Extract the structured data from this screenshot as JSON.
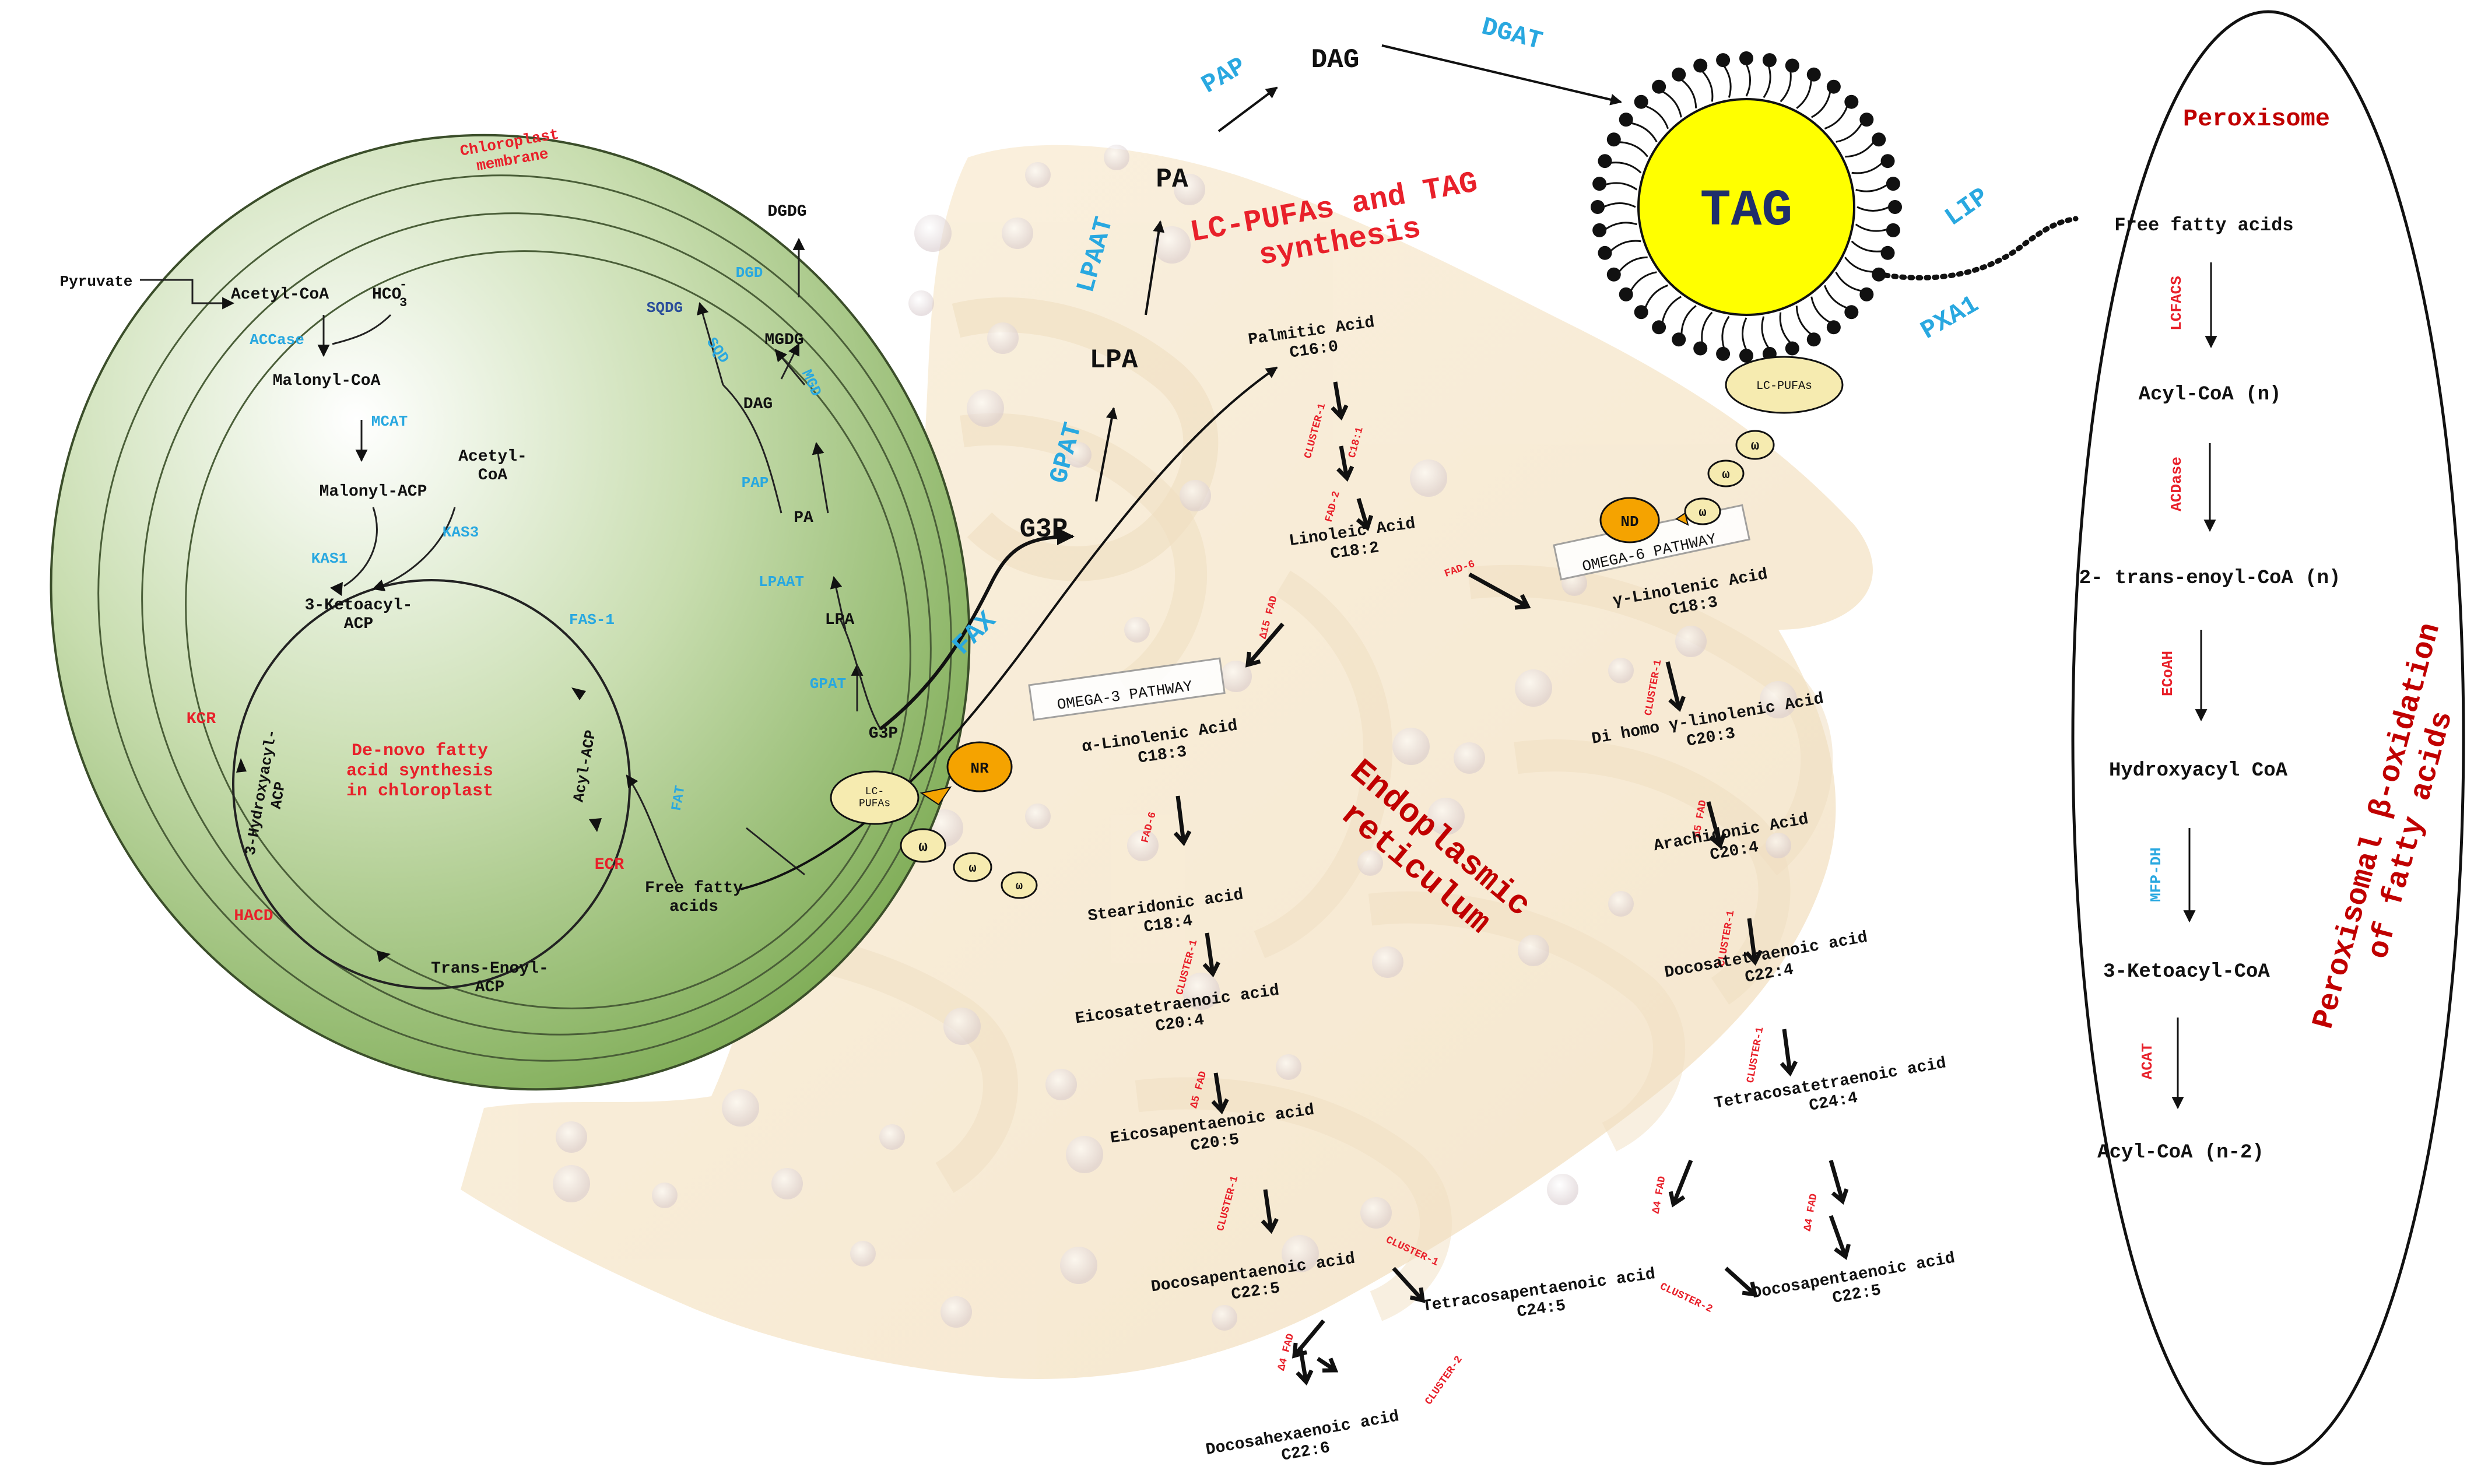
{
  "colors": {
    "enzyme_blue": "#29A8E0",
    "enzyme_red": "#E8202A",
    "title_red": "#C00000",
    "black": "#111111",
    "tag_yellow": "#FFFF00",
    "tag_text": "#1F2E6B",
    "nr_orange": "#F5A300",
    "lcpufa_cream": "#F6EBB0",
    "chloroplast_green": "#7FB04E",
    "er_tan": "#F2DDB2"
  },
  "chloroplast": {
    "membrane_label": "Chloroplast\nmembrane",
    "center_label": "De-novo fatty\nacid synthesis\nin chloroplast",
    "pyruvate": "Pyruvate",
    "acetyl_coa": "Acetyl-CoA",
    "hco3": "HCO",
    "hco3_sup": "-",
    "hco3_sub": "3",
    "accase": "ACCase",
    "malonyl_coa": "Malonyl-CoA",
    "mcat": "MCAT",
    "malonyl_acp": "Malonyl-ACP",
    "acetyl_coa2": "Acetyl-\nCoA",
    "kas1": "KAS1",
    "kas3": "KAS3",
    "ketoacyl_acp": "3-Ketoacyl-\nACP",
    "fas1": "FAS-1",
    "kcr": "KCR",
    "hydroxyacyl_acp": "3-Hydroxyacyl-\nACP",
    "acyl_acp": "Acyl-ACP",
    "fat": "FAT",
    "ecr": "ECR",
    "hacd": "HACD",
    "trans_enoyl_acp": "Trans-Enoyl-\nACP",
    "free_fatty_acids": "Free fatty\nacids",
    "g3p": "G3P",
    "gpat": "GPAT",
    "lpa": "LPA",
    "lpaat": "LPAAT",
    "pa": "PA",
    "pap": "PAP",
    "dag": "DAG",
    "mgd": "MGD",
    "mgdg": "MGDG",
    "dgd": "DGD",
    "dgdg": "DGDG",
    "sqd": "SQD",
    "sqdg": "SQDG"
  },
  "transport": {
    "fax": "FAX",
    "nr": "NR",
    "nd": "ND",
    "lcpufas": "LC-\nPUFAs",
    "lcpufas_top": "LC-PUFAs",
    "omega": "ω"
  },
  "kennedy": {
    "g3p": "G3P",
    "gpat": "GPAT",
    "lpa": "LPA",
    "lpaat": "LPAAT",
    "pa": "PA",
    "pap": "PAP",
    "dag": "DAG",
    "dgat": "DGAT",
    "tag": "TAG",
    "title": "LC-PUFAs and TAG\nsynthesis"
  },
  "er": {
    "label": "Endoplasmic\nreticulum",
    "palmitic": "Palmitic Acid\nC16:0",
    "linoleic": "Linoleic Acid\nC18:2",
    "cluster1_a": "CLUSTER-1",
    "oleate": "C18:1",
    "fad2": "FAD-2",
    "fad6_top": "FAD-6",
    "d15": "Δ15 FAD",
    "omega3_pathway": "OMEGA-3 PATHWAY",
    "omega6_pathway": "OMEGA-6 PATHWAY",
    "ala": "α-Linolenic Acid\nC18:3",
    "fad6": "FAD-6",
    "stearidonic": "Stearidonic acid\nC18:4",
    "cluster1": "CLUSTER-1",
    "eta": "Eicosatetraenoic acid\nC20:4",
    "d5fad": "Δ5 FAD",
    "epa": "Eicosapentaenoic acid\nC20:5",
    "dpa": "Docosapentaenoic acid\nC22:5",
    "cluster1_b": "CLUSTER-1",
    "tpa": "Tetracosapentaenoic acid\nC24:5",
    "d4fad": "Δ4 FAD",
    "cluster2": "CLUSTER-2",
    "dha": "Docosahexaenoic acid\nC22:6",
    "gla": "γ-Linolenic Acid\nC18:3",
    "dgla": "Di homo γ-linolenic Acid\nC20:3",
    "ara": "Arachidonic Acid\nC20:4",
    "dta": "Docosatetraenoic acid\nC22:4",
    "tta": "Tetracosatetraenoic acid\nC24:4",
    "dpa6": "Docosapentaenoic acid\nC22:5"
  },
  "peroxisome": {
    "title": "Peroxisome",
    "lip": "LIP",
    "pxa1": "PXA1",
    "ffa": "Free fatty acids",
    "lcfacs": "LCFACS",
    "acyl_coa_n": "Acyl-CoA (n)",
    "acdase": "ACDase",
    "trans_enoyl": "2- trans-enoyl-CoA (n)",
    "ecoah": "ECoAH",
    "hydroxyacyl": "Hydroxyacyl CoA",
    "mfp": "MFP-DH",
    "ketoacyl": "3-Ketoacyl-CoA",
    "acat": "ACAT",
    "acyl_coa_n2": "Acyl-CoA (n-2)",
    "side_label": "Peroxisomal β-oxidation\nof fatty acids"
  }
}
